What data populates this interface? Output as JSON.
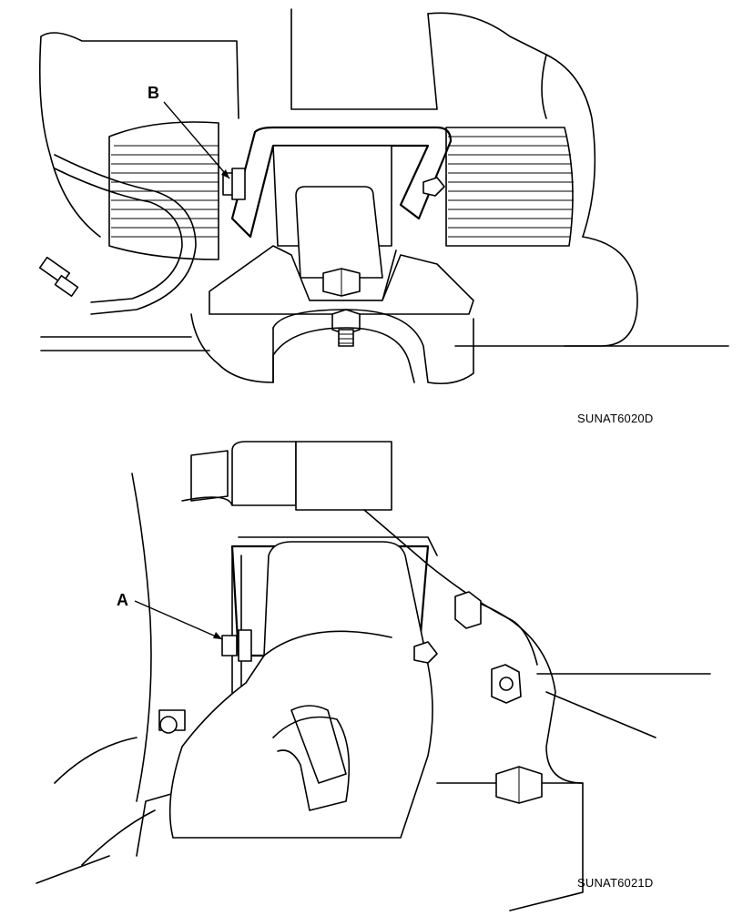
{
  "figures": [
    {
      "caption": "SUNAT6020D",
      "callout": "B"
    },
    {
      "caption": "SUNAT6021D",
      "callout": "A"
    }
  ]
}
